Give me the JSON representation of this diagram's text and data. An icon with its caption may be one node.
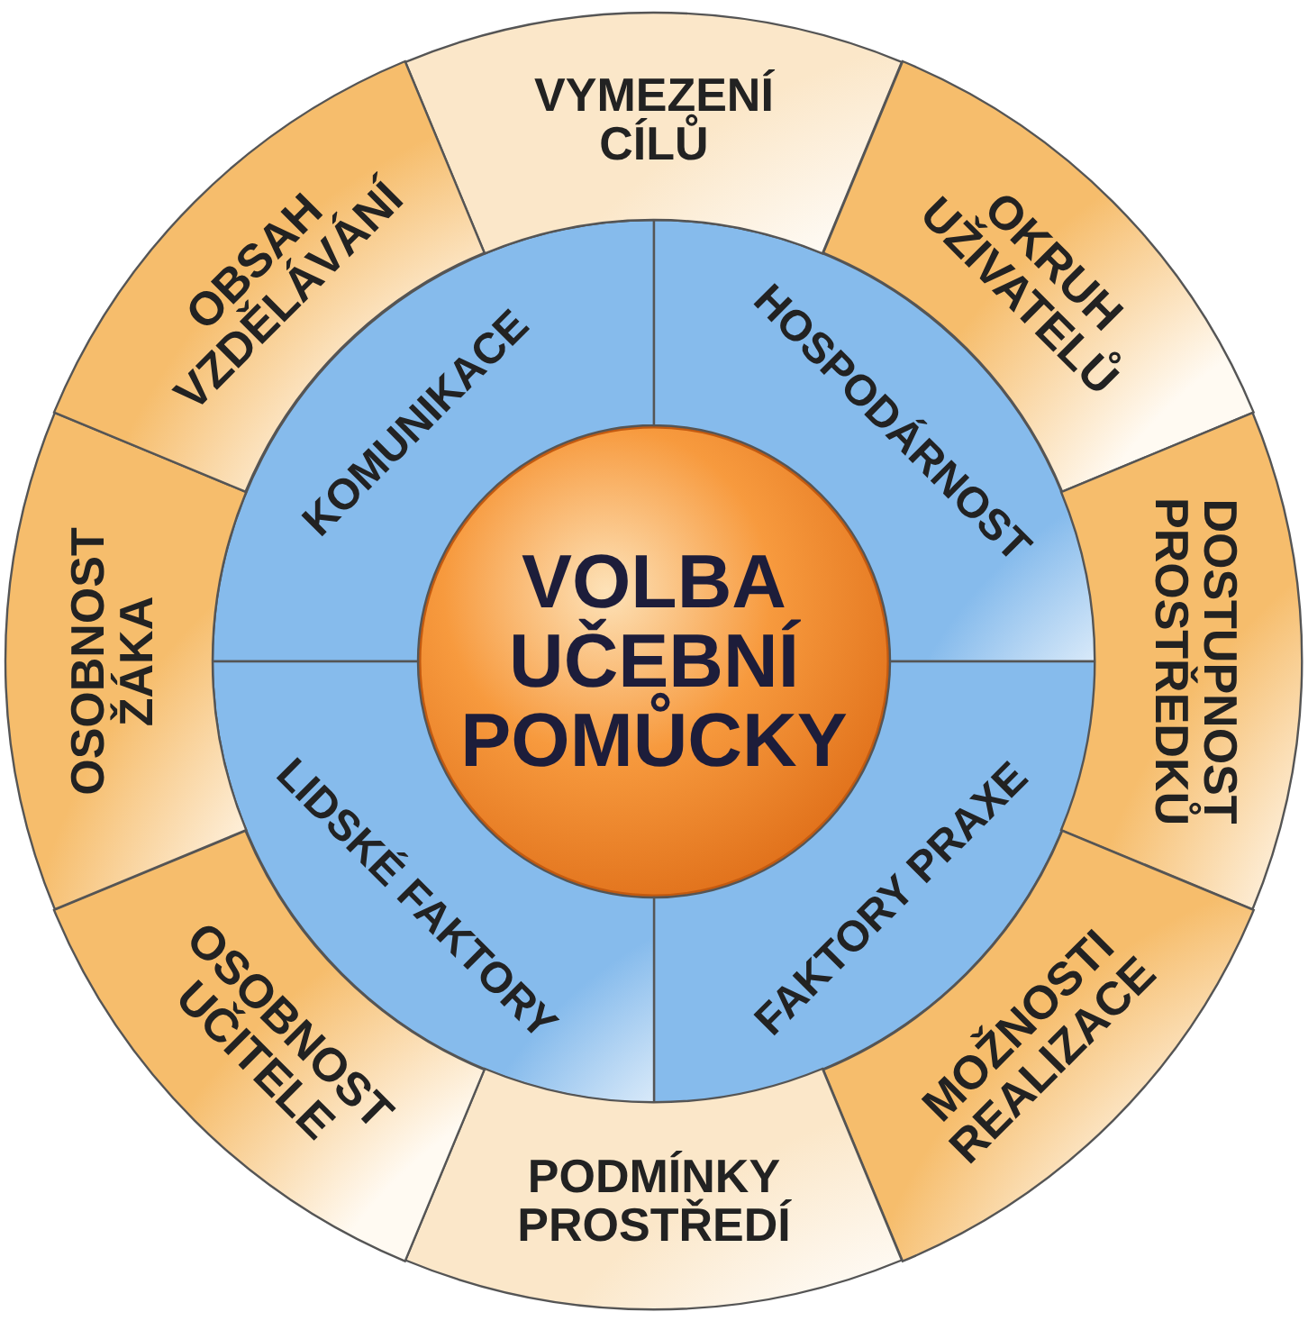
{
  "diagram": {
    "nodes": [
      {
        "text": [
          "VOLBA UČEBNÍ POMŮCKY"
        ]
      },
      {
        "text": [
          "KOMUNIKACE"
        ]
      },
      {
        "text": [
          "HOSPODÁRNOST"
        ]
      },
      {
        "text": [
          "FAKTORY PRAXE"
        ]
      },
      {
        "text": [
          "LIDSKÉ FAKTORY"
        ]
      },
      {
        "text": [
          "VYMEZENÍ CÍLŮ"
        ]
      },
      {
        "text": [
          "OKRUH UŽIVATELŮ"
        ]
      },
      {
        "text": [
          "DOSTUPNOST PROSTŘEDKŮ"
        ]
      },
      {
        "text": [
          "MOŽNOSTI REALIZACE"
        ]
      },
      {
        "text": [
          "PODMÍNKY PROSTŘEDÍ"
        ]
      },
      {
        "text": [
          "OSOBNOST UČITELE"
        ]
      },
      {
        "text": [
          "OSOBNOST ŽÁKA"
        ]
      },
      {
        "text": [
          "OBSAH VZDĚLÁVÁNÍ"
        ]
      }
    ]
  }
}
